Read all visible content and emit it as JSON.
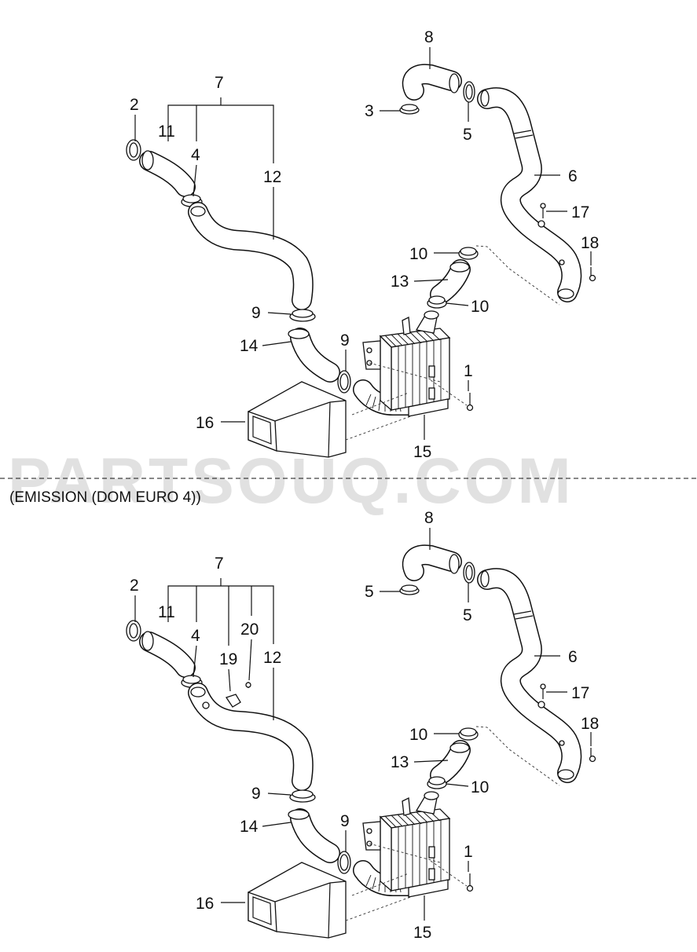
{
  "watermark": "PARTSOUQ.COM",
  "section_caption": "(EMISSION (DOM EURO 4))",
  "callouts_top": {
    "c1": "1",
    "c2": "2",
    "c3": "3",
    "c4": "4",
    "c5": "5",
    "c6": "6",
    "c7": "7",
    "c8": "8",
    "c9a": "9",
    "c9b": "9",
    "c10a": "10",
    "c10b": "10",
    "c11": "11",
    "c12": "12",
    "c13": "13",
    "c14": "14",
    "c15": "15",
    "c16": "16",
    "c17": "17",
    "c18": "18"
  },
  "callouts_bottom": {
    "c1": "1",
    "c2": "2",
    "c4": "4",
    "c5a": "5",
    "c5b": "5",
    "c6": "6",
    "c7": "7",
    "c8": "8",
    "c9a": "9",
    "c9b": "9",
    "c10a": "10",
    "c10b": "10",
    "c11": "11",
    "c12": "12",
    "c13": "13",
    "c14": "14",
    "c15": "15",
    "c16": "16",
    "c17": "17",
    "c18": "18",
    "c19": "19",
    "c20": "20"
  }
}
